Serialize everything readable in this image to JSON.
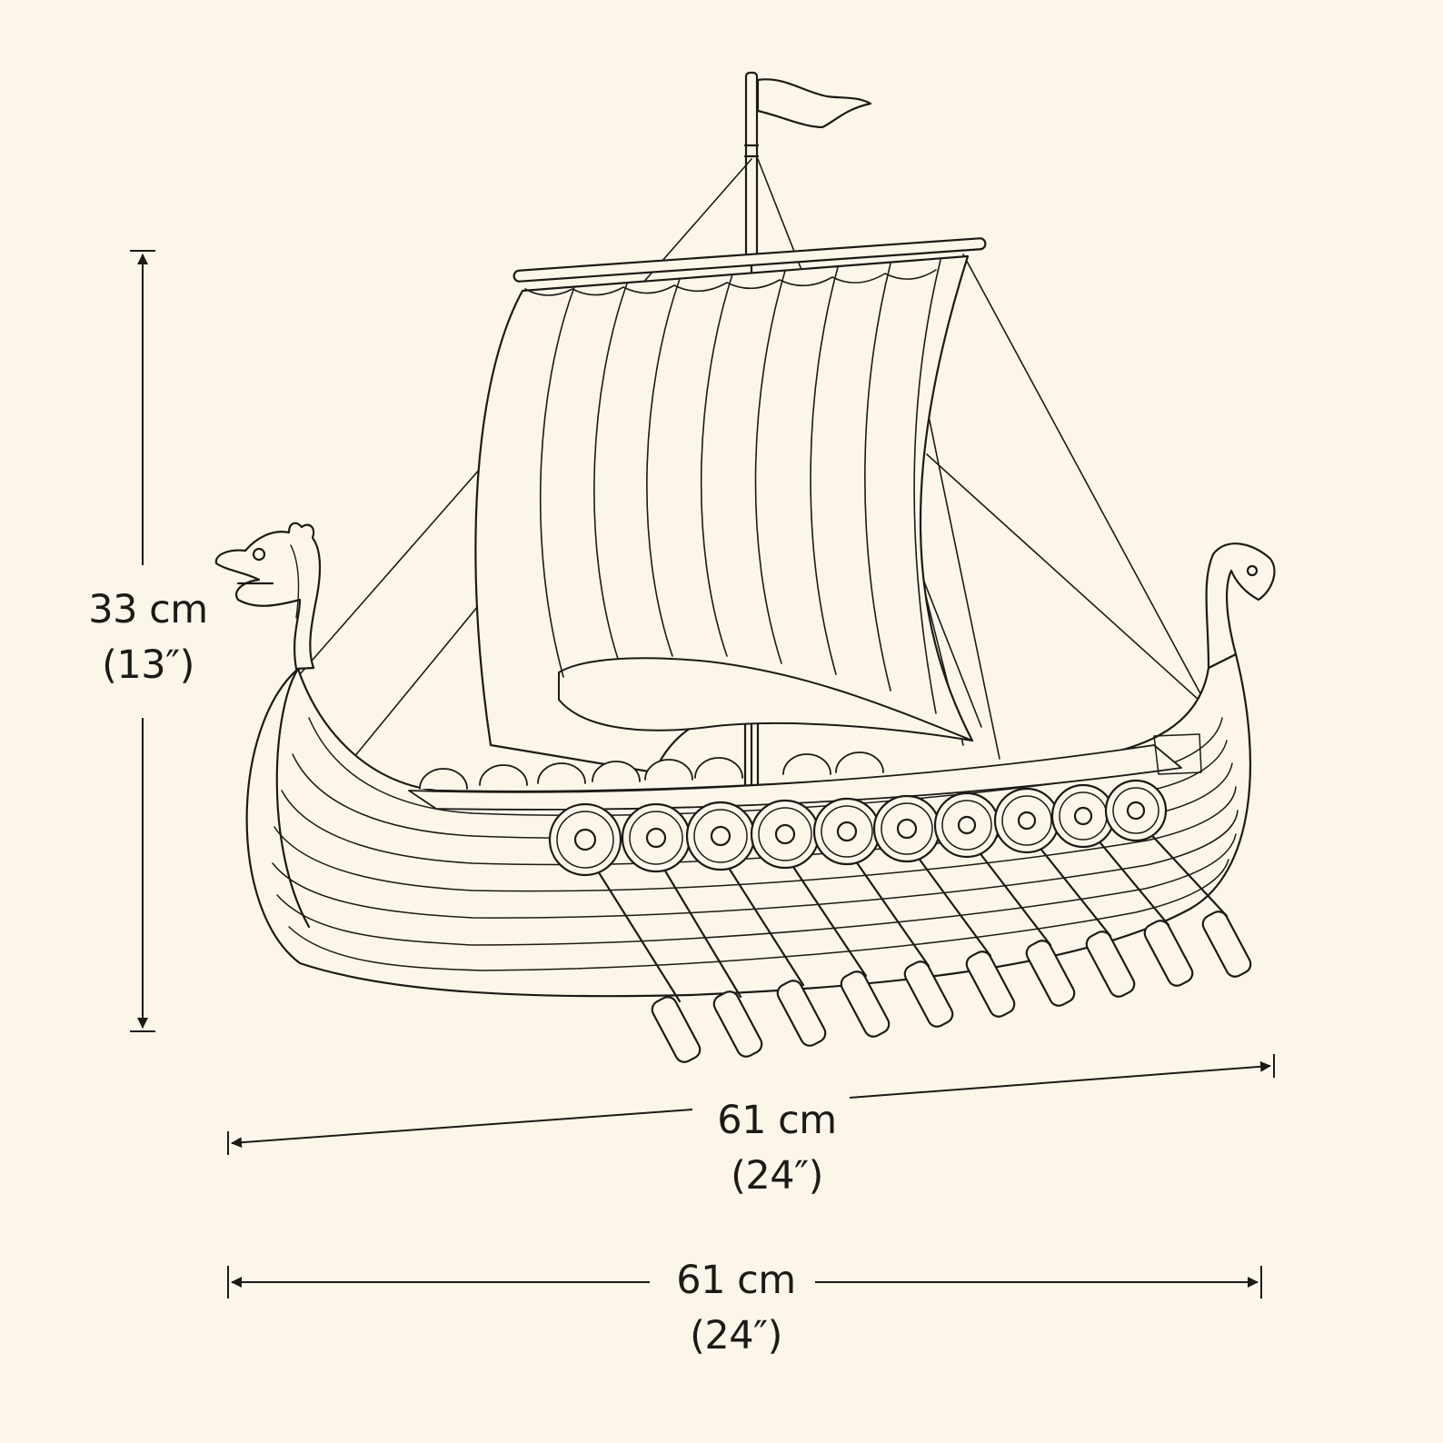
{
  "diagram": {
    "dimensions": {
      "height": {
        "metric": "33 cm",
        "imperial": "(13″)"
      },
      "length_upper": {
        "metric": "61 cm",
        "imperial": "(24″)"
      },
      "length_lower": {
        "metric": "61 cm",
        "imperial": "(24″)"
      }
    },
    "colors": {
      "background": "#fbf6e9",
      "ink": "#1c1a17"
    },
    "shield_count": 10,
    "oar_count": 10
  }
}
